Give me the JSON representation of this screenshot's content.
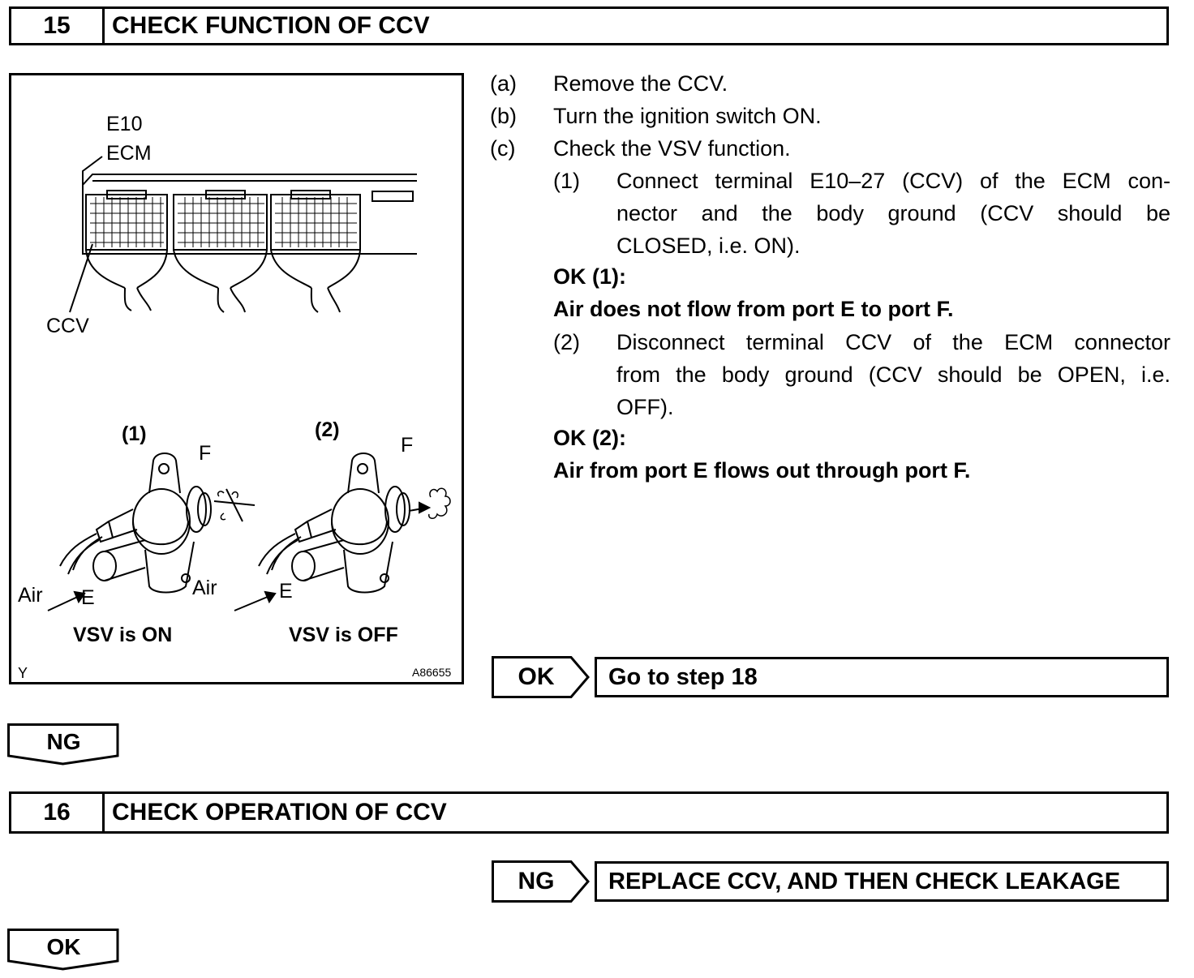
{
  "step15": {
    "number": "15",
    "title": "CHECK FUNCTION OF CCV"
  },
  "figure": {
    "connector_label_line1": "E10",
    "connector_label_line2": "ECM",
    "ccv_label": "CCV",
    "view1_label": "(1)",
    "view2_label": "(2)",
    "port_f_label_1": "F",
    "port_f_label_2": "F",
    "air_label_1": "Air",
    "air_label_2": "Air",
    "port_e_label_1": "E",
    "port_e_label_2": "E",
    "caption_on": "VSV is ON",
    "caption_off": "VSV is OFF",
    "corner_code": "Y",
    "figure_id": "A86655"
  },
  "instructions": {
    "a_mark": "(a)",
    "a_text": "Remove the CCV.",
    "b_mark": "(b)",
    "b_text": "Turn the ignition switch ON.",
    "c_mark": "(c)",
    "c_text": "Check the VSV function.",
    "c1_mark": "(1)",
    "c1_line1": "Connect terminal E10–27 (CCV) of the ECM con-",
    "c1_line2": "nector and the body ground (CCV should be",
    "c1_line3": "CLOSED, i.e. ON).",
    "ok1_label": "OK (1):",
    "ok1_text": "Air does not flow from port E to port F.",
    "c2_mark": "(2)",
    "c2_line1": "Disconnect terminal CCV of the ECM connector",
    "c2_line2": "from the body ground (CCV should be OPEN, i.e.",
    "c2_line3": "OFF).",
    "ok2_label": "OK (2):",
    "ok2_text": "Air from port E flows out through port F."
  },
  "ok_branch": {
    "label": "OK",
    "result": "Go to step 18"
  },
  "ng_down_1": {
    "label": "NG"
  },
  "step16": {
    "number": "16",
    "title": "CHECK OPERATION OF CCV"
  },
  "ng_branch": {
    "label": "NG",
    "result": "REPLACE CCV, AND THEN CHECK LEAKAGE"
  },
  "ok_down_1": {
    "label": "OK"
  }
}
